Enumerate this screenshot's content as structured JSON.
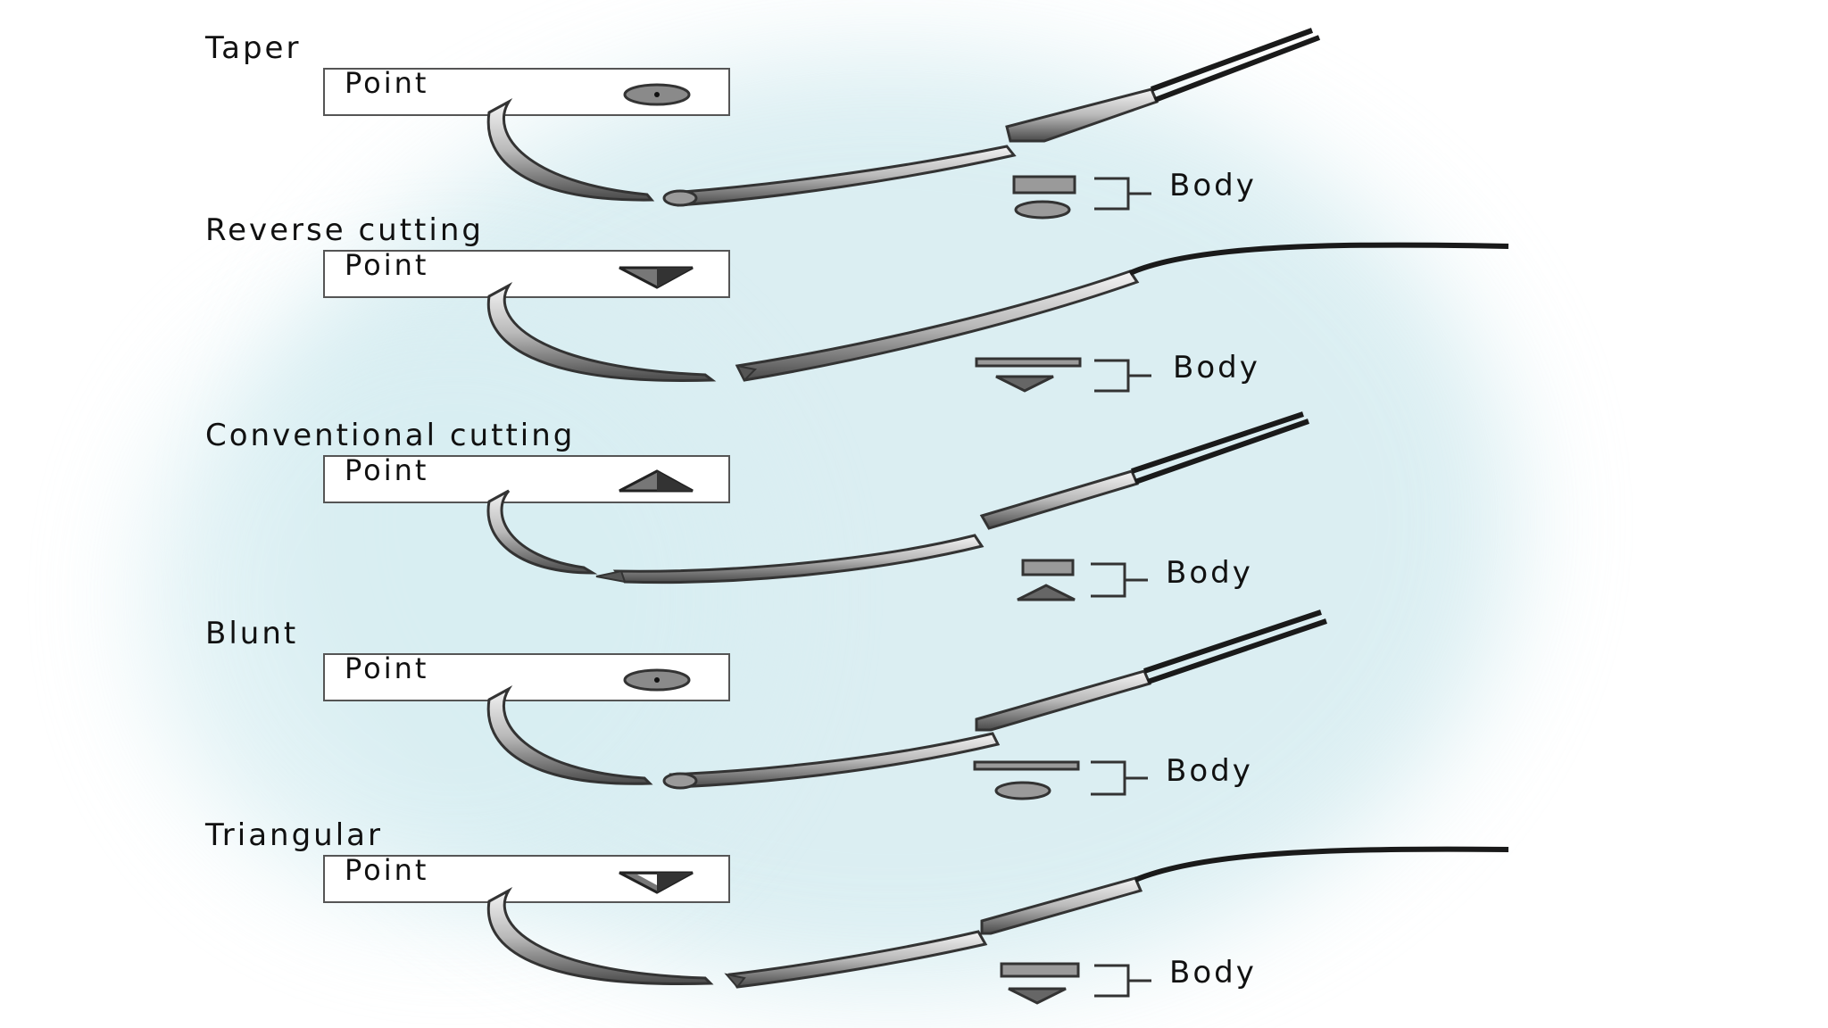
{
  "colors": {
    "background_tint": "#cfe9ee",
    "text": "#111111",
    "needle_light": "#e6e6e6",
    "needle_dark": "#3a3a3a",
    "suture": "#1a1a1a"
  },
  "needles": [
    {
      "title": "Taper",
      "point_label": "Point",
      "point_icon": "circle-dot-icon",
      "body_label": "Body",
      "body_icons": [
        "rectangle-icon",
        "circle-icon"
      ]
    },
    {
      "title": "Reverse cutting",
      "point_label": "Point",
      "point_icon": "triangle-down-icon",
      "body_label": "Body",
      "body_icons": [
        "flat-bar-icon",
        "triangle-down-icon"
      ]
    },
    {
      "title": "Conventional cutting",
      "point_label": "Point",
      "point_icon": "triangle-up-icon",
      "body_label": "Body",
      "body_icons": [
        "rectangle-icon",
        "triangle-up-icon"
      ]
    },
    {
      "title": "Blunt",
      "point_label": "Point",
      "point_icon": "circle-dot-icon",
      "body_label": "Body",
      "body_icons": [
        "flat-bar-icon",
        "circle-icon"
      ]
    },
    {
      "title": "Triangular",
      "point_label": "Point",
      "point_icon": "triangle-down-icon",
      "body_label": "Body",
      "body_icons": [
        "rectangle-icon",
        "triangle-down-icon"
      ]
    }
  ]
}
